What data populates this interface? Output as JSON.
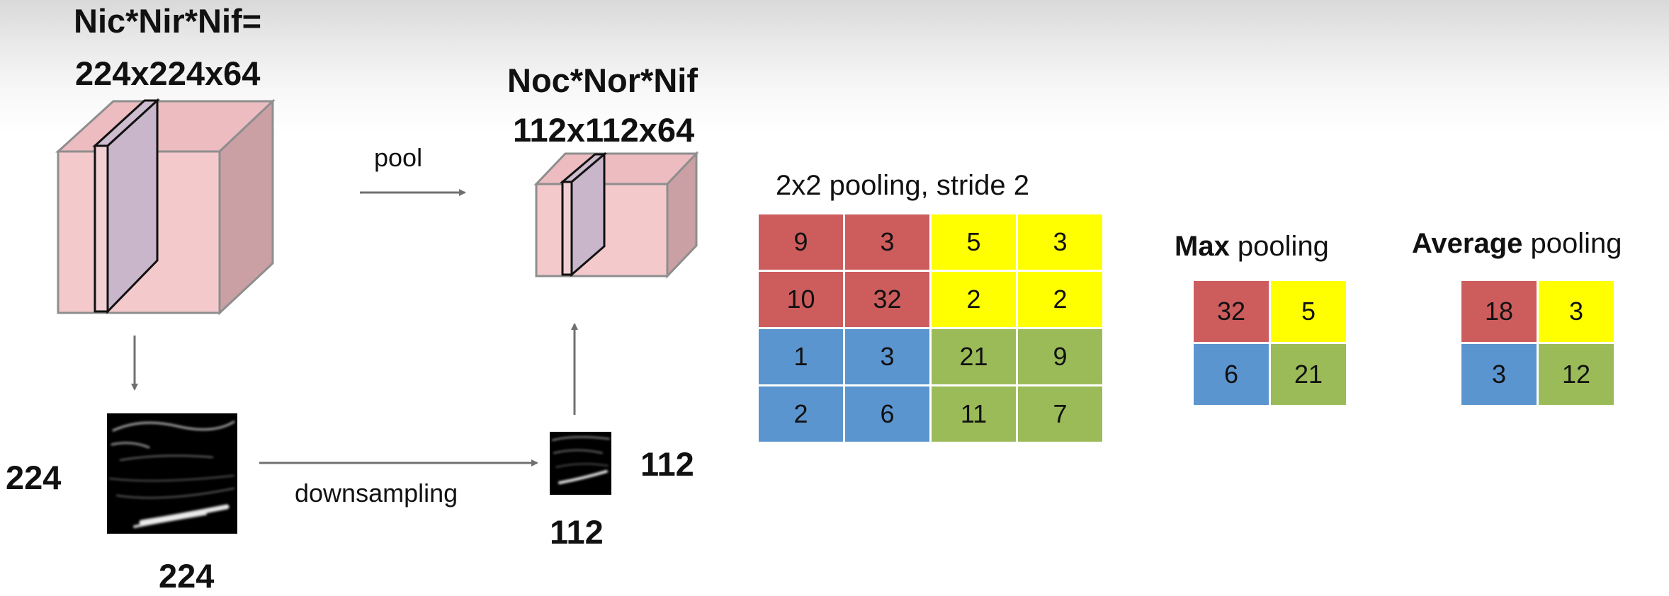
{
  "input": {
    "formula": "Nic*Nir*Nif=",
    "dims": "224x224x64",
    "image_height_label": "224",
    "image_width_label": "224"
  },
  "output": {
    "formula": "Noc*Nor*Nif",
    "dims": "112x112x64",
    "image_height_label": "112",
    "image_width_label": "112"
  },
  "arrows": {
    "pool_label": "pool",
    "downsampling_label": "downsampling"
  },
  "pooling": {
    "title": "2x2 pooling, stride 2",
    "input_grid": [
      [
        "9",
        "3",
        "5",
        "3"
      ],
      [
        "10",
        "32",
        "2",
        "2"
      ],
      [
        "1",
        "3",
        "21",
        "9"
      ],
      [
        "2",
        "6",
        "11",
        "7"
      ]
    ],
    "max": {
      "title_bold": "Max",
      "title_rest": " pooling",
      "grid": [
        [
          "32",
          "5"
        ],
        [
          "6",
          "21"
        ]
      ]
    },
    "average": {
      "title_bold": "Average",
      "title_rest": " pooling",
      "grid": [
        [
          "18",
          "3"
        ],
        [
          "3",
          "12"
        ]
      ]
    }
  },
  "colors": {
    "red": "#cd5c5c",
    "yellow": "#ffff00",
    "blue": "#5b95cf",
    "green": "#9bbb59",
    "cube_front": "#f4c9cc",
    "cube_top": "#edbcc0",
    "cube_side": "#caa0a4",
    "slice": "#cdbdcf",
    "arrow": "#707070"
  }
}
